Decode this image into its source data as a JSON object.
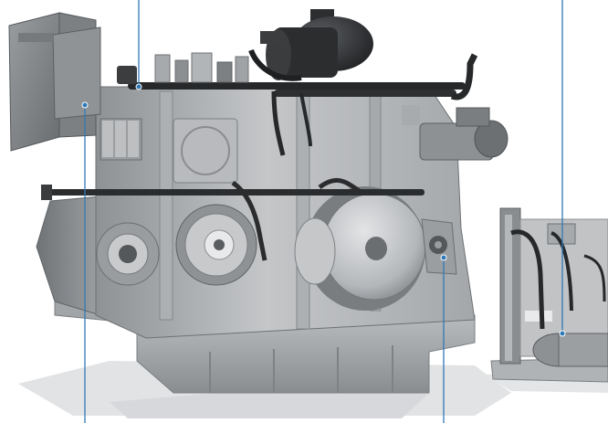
{
  "figure": {
    "main_unit": "gearbox-assembly",
    "side_unit": "oil-pump-module",
    "colors": {
      "steel_light": "#c9cbcd",
      "steel_mid": "#9fa2a5",
      "steel_dark": "#6d7174",
      "pipe": "#2a2c2e",
      "shadow": "#dcdde0",
      "leader_line": "#2f79b7",
      "leader_dot": "#2f79b7"
    },
    "callouts": [
      {
        "id": "control-cabinet"
      },
      {
        "id": "oil-pipe-header"
      },
      {
        "id": "output-flange-sensor"
      },
      {
        "id": "pump-module-pipe"
      }
    ]
  }
}
